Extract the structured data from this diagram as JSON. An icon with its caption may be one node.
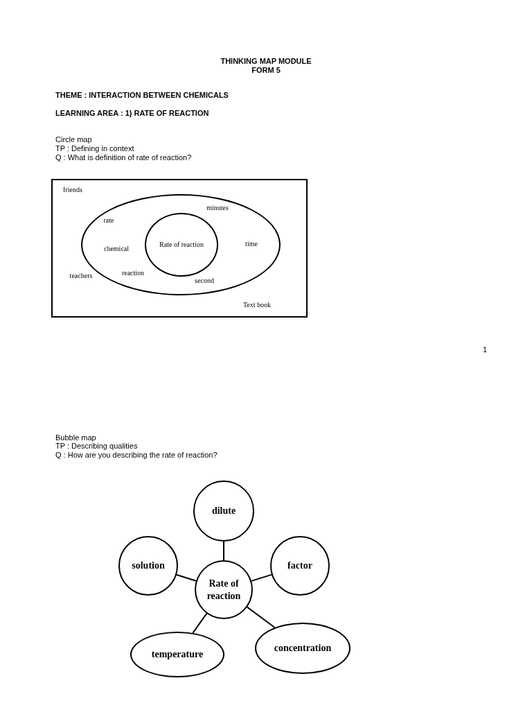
{
  "diagram": {
    "title": "THINKING MAP MODULE",
    "nodes": [
      {
        "text": [
          "friends",
          "teachers",
          "Text book"
        ]
      },
      {
        "text": [
          "minutes",
          "rate",
          "time",
          "chemical",
          "reaction",
          "second"
        ],
        "in": 0
      },
      {
        "text": [
          "Rate of reaction"
        ],
        "in": 1
      },
      {
        "text": [
          "dilute"
        ]
      },
      {
        "text": [
          "solution"
        ]
      },
      {
        "text": [
          "factor"
        ]
      },
      {
        "text": [
          "Rate of reaction"
        ]
      },
      {
        "text": [
          "temperature"
        ]
      },
      {
        "text": [
          "concentration"
        ]
      }
    ],
    "edges": [
      {
        "from": 6,
        "to": 3,
        "arrow": "none"
      },
      {
        "from": 6,
        "to": 4,
        "arrow": "none"
      },
      {
        "from": 6,
        "to": 5,
        "arrow": "none"
      },
      {
        "from": 6,
        "to": 7,
        "arrow": "none"
      },
      {
        "from": 6,
        "to": 8,
        "arrow": "none"
      }
    ],
    "labels": [
      "FORM 5",
      "THEME : INTERACTION BETWEEN CHEMICALS",
      "LEARNING AREA : 1) RATE OF REACTION",
      "Circle map",
      "TP : Defining in context",
      "Q : What is definition of rate of reaction?",
      "1",
      "Bubble map",
      "TP : Describing qualities",
      "Q : How are you describing the rate of reaction?"
    ]
  }
}
